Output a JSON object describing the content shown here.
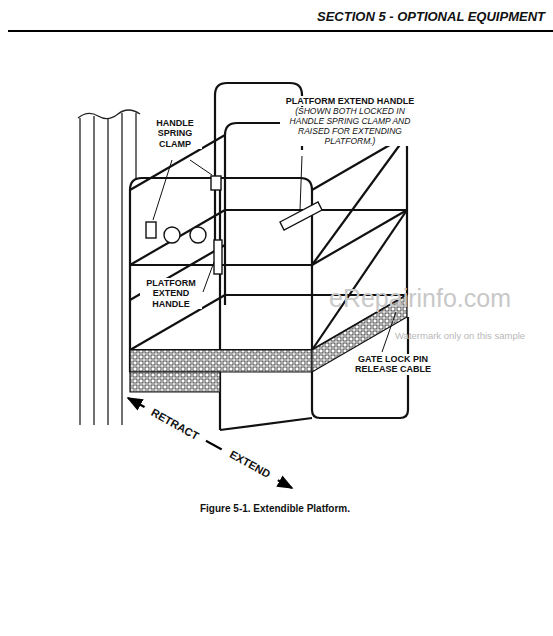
{
  "diagram": {
    "title": "SECTION 5 - OPTIONAL EQUIPMENT",
    "caption": "Figure 5-1. Extendible Platform.",
    "labels": [
      "HANDLE SPRING CLAMP",
      "PLATFORM EXTEND HANDLE",
      "(SHOWN BOTH LOCKED IN HANDLE SPRING CLAMP AND RAISED FOR EXTENDING PLATFORM.)",
      "PLATFORM EXTEND HANDLE",
      "GATE LOCK PIN RELEASE CABLE",
      "RETRACT",
      "EXTEND",
      "eRepairinfo.com",
      "Watermark only on this sample"
    ]
  }
}
